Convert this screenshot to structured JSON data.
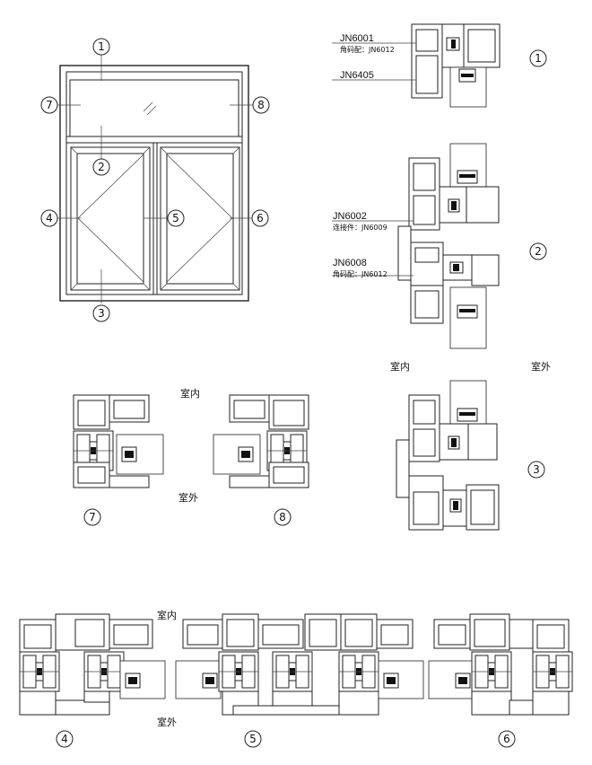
{
  "markers": [
    "1",
    "2",
    "3",
    "4",
    "5",
    "6",
    "7",
    "8"
  ],
  "profiles": {
    "jn6001": "JN6001",
    "jn6001_sub": "角码配：JN6012",
    "jn6405": "JN6405",
    "jn6002": "JN6002",
    "jn6002_sub": "连接件：JN6009",
    "jn6008": "JN6008",
    "jn6008_sub": "角码配：JN6012"
  },
  "labels": {
    "indoor": "室内",
    "outdoor": "室外"
  }
}
